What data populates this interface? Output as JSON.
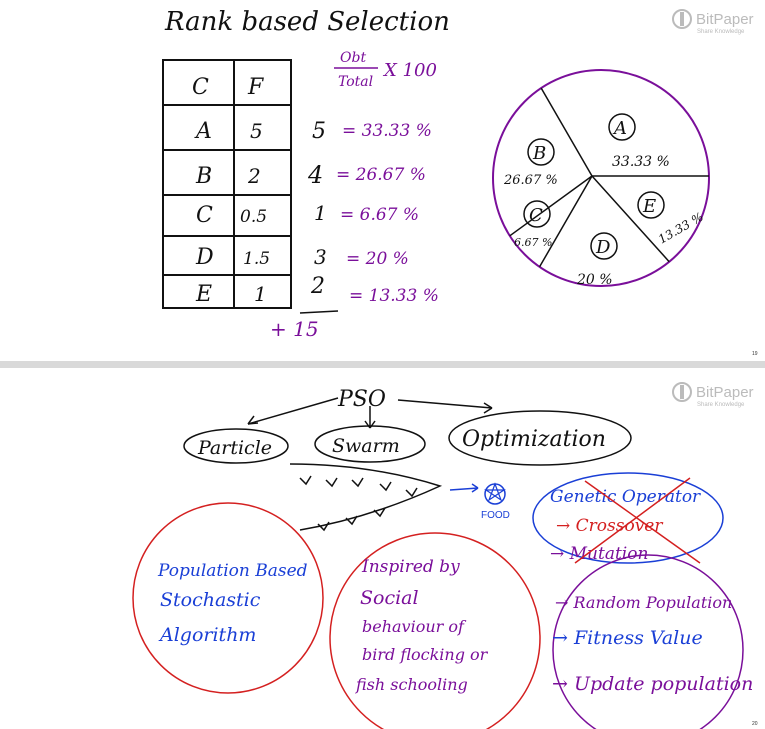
{
  "logo": {
    "name": "BitPaper",
    "tagline": "Share Knowledge"
  },
  "page1": {
    "title": "Rank based Selection",
    "formula": {
      "numerator": "Obt",
      "denominator": "Total",
      "multiplier": "X 100"
    },
    "table": {
      "headers": [
        "C",
        "F"
      ],
      "rows": [
        {
          "c": "A",
          "f": "5"
        },
        {
          "c": "B",
          "f": "2"
        },
        {
          "c": "C",
          "f": "0.5"
        },
        {
          "c": "D",
          "f": "1.5"
        },
        {
          "c": "E",
          "f": "1"
        }
      ]
    },
    "ranks": [
      {
        "rank": "5",
        "pct": "= 33.33 %"
      },
      {
        "rank": "4",
        "pct": "= 26.67 %"
      },
      {
        "rank": "1",
        "pct": "= 6.67 %"
      },
      {
        "rank": "3",
        "pct": "= 20 %"
      },
      {
        "rank": "2",
        "pct": "= 13.33 %"
      }
    ],
    "total": "+ 15",
    "pie": [
      {
        "label": "A",
        "pct": "33.33 %",
        "value": 33.33
      },
      {
        "label": "B",
        "pct": "26.67 %",
        "value": 26.67
      },
      {
        "label": "C",
        "pct": "6.67 %",
        "value": 6.67
      },
      {
        "label": "D",
        "pct": "20 %",
        "value": 20
      },
      {
        "label": "E",
        "pct": "13.33 %",
        "value": 13.33
      }
    ],
    "page_number": "19"
  },
  "page2": {
    "title": "PSO",
    "branches": [
      "Particle",
      "Swarm",
      "Optimization"
    ],
    "food_label": "FOOD",
    "red_circle_1": [
      "Population Based",
      "Stochastic",
      "Algorithm"
    ],
    "red_circle_2": [
      "Inspired by",
      "Social",
      "behaviour of",
      "bird flocking or",
      "fish schooling"
    ],
    "blue_ellipse": [
      "Genetic Operator",
      "→ Crossover",
      "→ Mutation"
    ],
    "purple_list": [
      "→ Random Population",
      "→ Fitness Value",
      "→ Update population"
    ],
    "page_number": "20"
  },
  "colors": {
    "black": "#111111",
    "purple": "#7a0f9a",
    "blue": "#1a3fd6",
    "red": "#d42020"
  }
}
